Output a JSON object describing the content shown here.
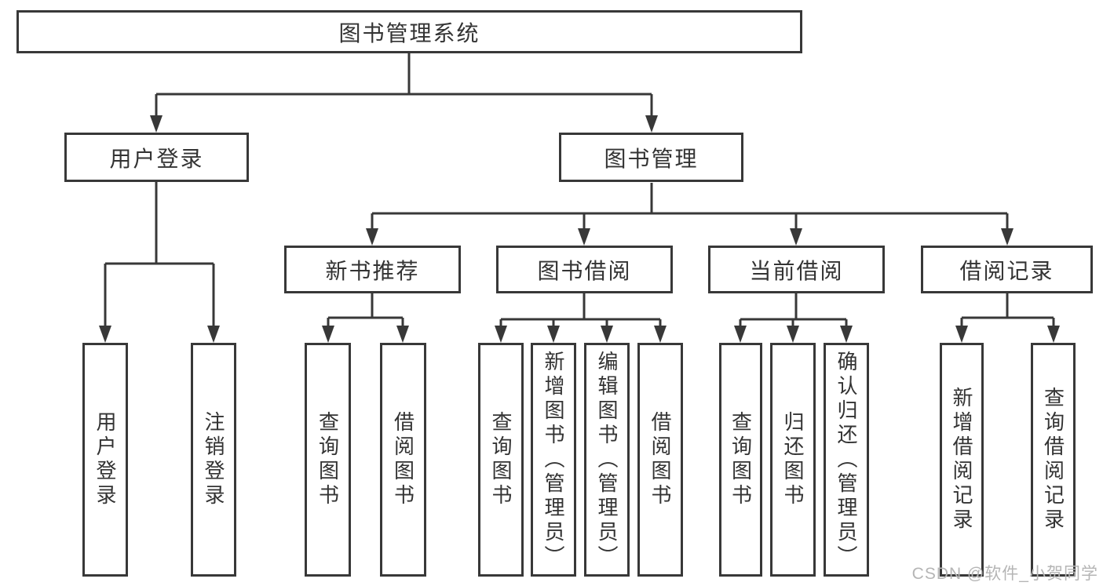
{
  "tree": {
    "label": "图书管理系统",
    "children": [
      {
        "label": "用户登录",
        "children": [
          {
            "label": "用户登录"
          },
          {
            "label": "注销登录"
          }
        ]
      },
      {
        "label": "图书管理",
        "children": [
          {
            "label": "新书推荐",
            "children": [
              {
                "label": "查询图书"
              },
              {
                "label": "借阅图书"
              }
            ]
          },
          {
            "label": "图书借阅",
            "children": [
              {
                "label": "查询图书"
              },
              {
                "label": "新增图书（管理员）"
              },
              {
                "label": "编辑图书（管理员）"
              },
              {
                "label": "借阅图书"
              }
            ]
          },
          {
            "label": "当前借阅",
            "children": [
              {
                "label": "查询图书"
              },
              {
                "label": "归还图书"
              },
              {
                "label": "确认归还（管理员）"
              }
            ]
          },
          {
            "label": "借阅记录",
            "children": [
              {
                "label": "新增借阅记录"
              },
              {
                "label": "查询借阅记录"
              }
            ]
          }
        ]
      }
    ]
  },
  "watermark": {
    "text": "CSDN @软件_小贺同学"
  },
  "colors": {
    "line": "#383838",
    "text": "#333333",
    "watermark": "#b5b5b5",
    "background": "#ffffff"
  }
}
